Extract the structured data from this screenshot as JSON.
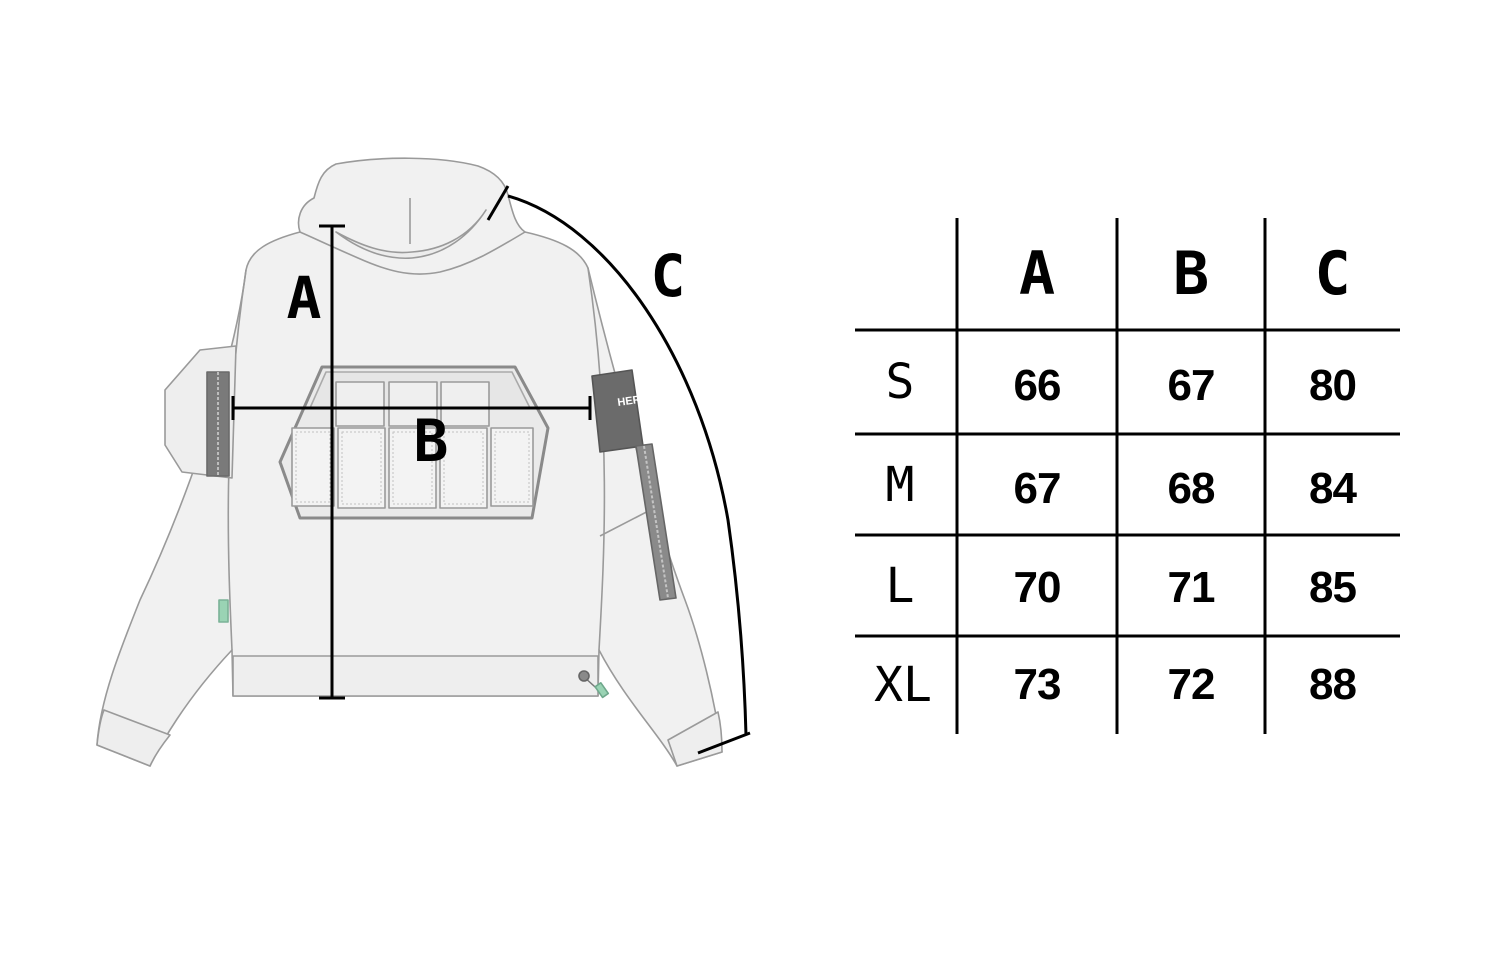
{
  "diagram": {
    "labels": {
      "a": "A",
      "b": "B",
      "c": "C"
    },
    "patch_text": "HER"
  },
  "size_table": {
    "columns": [
      "A",
      "B",
      "C"
    ],
    "rows": [
      {
        "size": "S",
        "values": [
          "66",
          "67",
          "80"
        ]
      },
      {
        "size": "M",
        "values": [
          "67",
          "68",
          "84"
        ]
      },
      {
        "size": "L",
        "values": [
          "70",
          "71",
          "85"
        ]
      },
      {
        "size": "XL",
        "values": [
          "73",
          "72",
          "88"
        ]
      }
    ]
  },
  "colors": {
    "garment_fill": "#f1f1f1",
    "garment_outline": "#9a9a9a",
    "patch": "#6b6b6b",
    "accent": "#9ad3b4",
    "lines": "#000000"
  }
}
